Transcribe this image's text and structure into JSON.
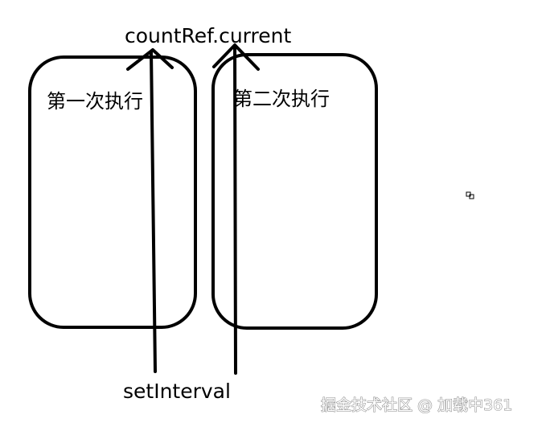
{
  "diagram": {
    "top_label": "countRef.current",
    "bottom_label": "setInterval",
    "boxes": [
      {
        "label": "第一次执行"
      },
      {
        "label": "第二次执行"
      }
    ]
  },
  "watermark": {
    "text": "掘金技术社区 @ 加载中361"
  }
}
